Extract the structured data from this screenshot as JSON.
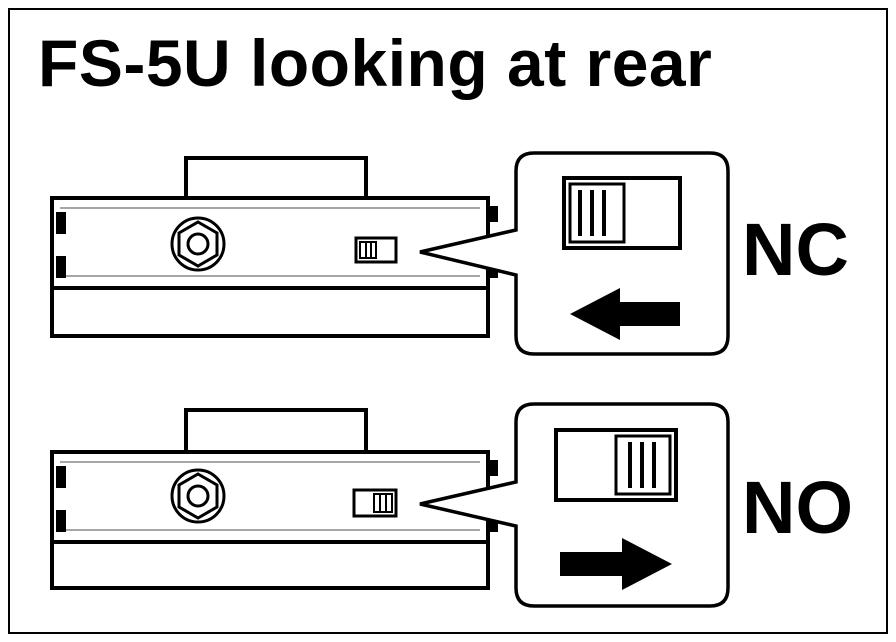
{
  "title": "FS-5U looking at rear",
  "states": [
    {
      "label": "NC",
      "switch_position": "left",
      "arrow_direction": "left"
    },
    {
      "label": "NO",
      "switch_position": "right",
      "arrow_direction": "right"
    }
  ],
  "colors": {
    "stroke": "#000000",
    "fill": "#ffffff",
    "inner_line": "#888888"
  }
}
